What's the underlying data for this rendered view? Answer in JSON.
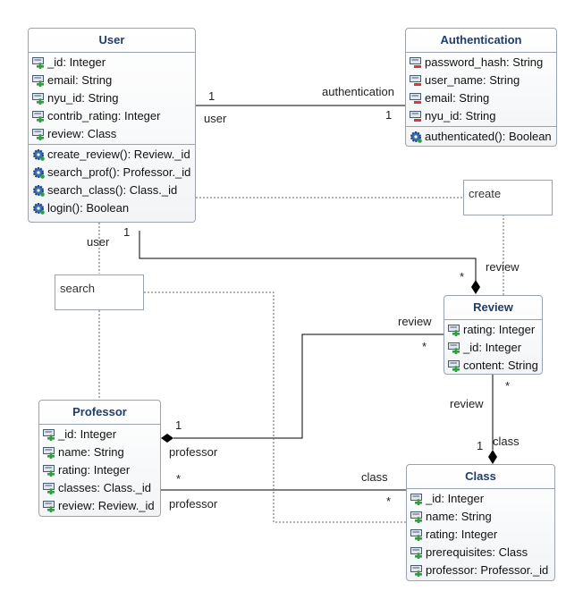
{
  "classes": {
    "user": {
      "name": "User",
      "attributes": [
        "_id: Integer",
        "email: String",
        "nyu_id: String",
        "contrib_rating: Integer",
        "review: Class"
      ],
      "operations": [
        "create_review(): Review._id",
        "search_prof(): Professor._id",
        "search_class(): Class._id",
        "login(): Boolean"
      ]
    },
    "authentication": {
      "name": "Authentication",
      "attributes": [
        "password_hash: String",
        "user_name: String",
        "email: String",
        "nyu_id: String"
      ],
      "operations": [
        "authenticated(): Boolean"
      ]
    },
    "review": {
      "name": "Review",
      "attributes": [
        "rating: Integer",
        "_id: Integer",
        "content: String"
      ]
    },
    "professor": {
      "name": "Professor",
      "attributes": [
        "_id: Integer",
        "name: String",
        "rating: Integer",
        "classes: Class._id",
        "review: Review._id"
      ]
    },
    "class": {
      "name": "Class",
      "attributes": [
        "_id: Integer",
        "name: String",
        "rating: Integer",
        "prerequisites: Class",
        "professor: Professor._id"
      ]
    }
  },
  "notes": {
    "create": "create",
    "search": "search"
  },
  "labels": {
    "user_auth_mult_user": "1",
    "user_auth_role": "authentication",
    "user_auth_mult_auth": "1",
    "user_auth_role_user": "user",
    "user_role_search": "user",
    "user_review_mult_user": "1",
    "user_review_mult_review": "*",
    "review_role_user_link": "review",
    "review_prof_role_review": "review",
    "review_prof_mult_review": "*",
    "review_prof_mult_prof": "1",
    "review_prof_role_prof": "professor",
    "review_class_mult_review": "*",
    "review_class_role_review": "review",
    "review_class_mult_class": "1",
    "review_class_role_class": "class",
    "prof_class_mult_prof": "*",
    "prof_class_role_class": "class",
    "prof_class_mult_class": "*",
    "prof_class_role_prof": "professor"
  },
  "colors": {
    "title": "#1f3d6b",
    "border": "#9aa3ad",
    "public_icon": "#2e9e3e",
    "private_icon": "#d33b3b",
    "operation_icon": "#3a6fb5"
  }
}
